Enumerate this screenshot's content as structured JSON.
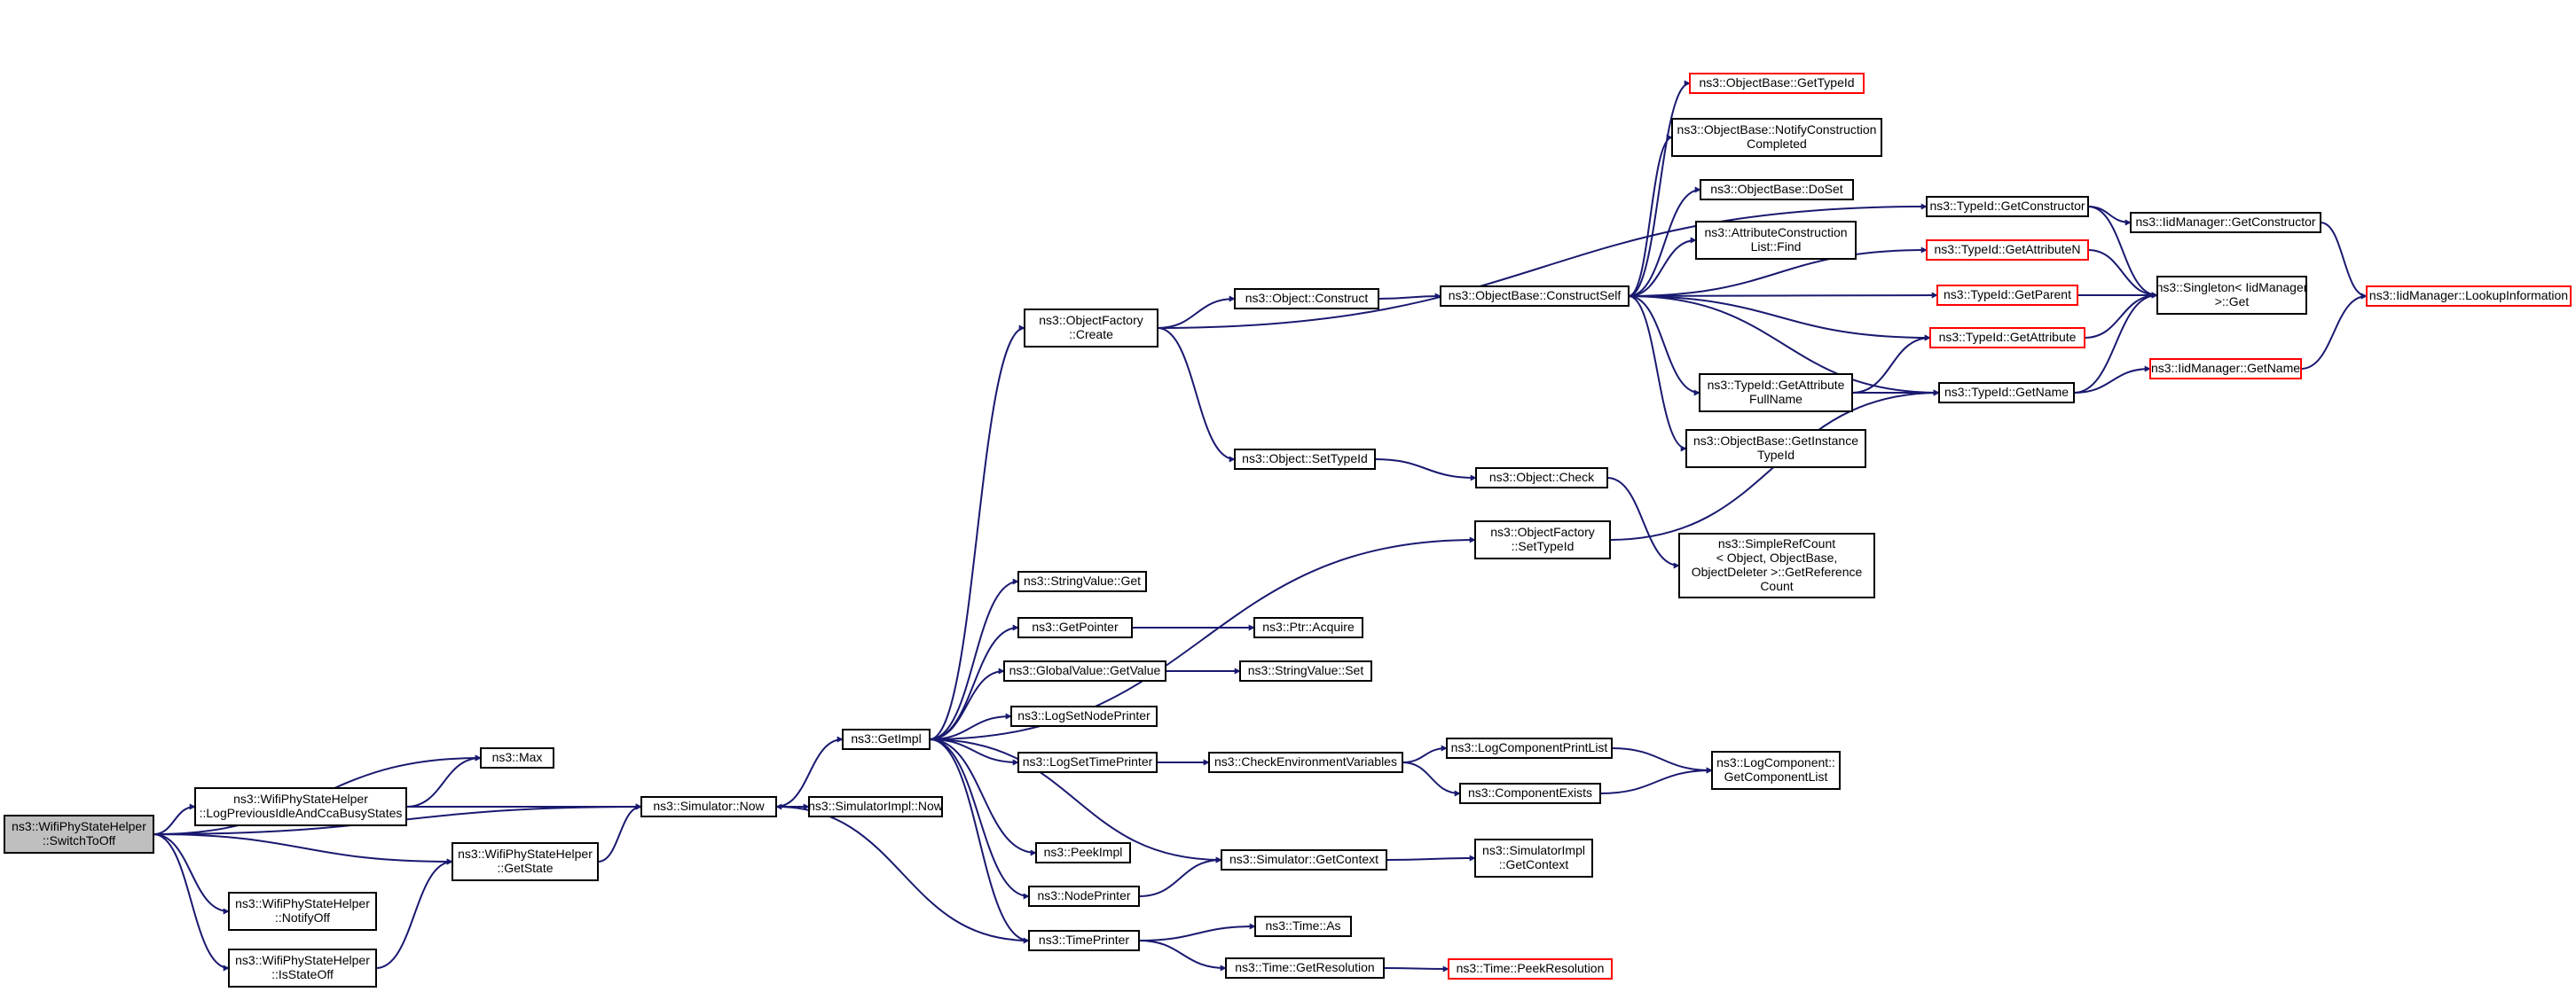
{
  "graph": {
    "nodes": [
      {
        "id": "n1",
        "lines": [
          "ns3::WifiPhyStateHelper",
          "::SwitchToOff"
        ],
        "style": "root"
      },
      {
        "id": "n2",
        "lines": [
          "ns3::WifiPhyStateHelper",
          "::LogPreviousIdleAndCcaBusyStates"
        ],
        "style": "normal"
      },
      {
        "id": "n3",
        "lines": [
          "ns3::Max"
        ],
        "style": "normal"
      },
      {
        "id": "n4",
        "lines": [
          "ns3::WifiPhyStateHelper",
          "::GetState"
        ],
        "style": "normal"
      },
      {
        "id": "n5",
        "lines": [
          "ns3::WifiPhyStateHelper",
          "::NotifyOff"
        ],
        "style": "normal"
      },
      {
        "id": "n6",
        "lines": [
          "ns3::WifiPhyStateHelper",
          "::IsStateOff"
        ],
        "style": "normal"
      },
      {
        "id": "n7",
        "lines": [
          "ns3::Simulator::Now"
        ],
        "style": "normal"
      },
      {
        "id": "n8",
        "lines": [
          "ns3::SimulatorImpl::Now"
        ],
        "style": "normal"
      },
      {
        "id": "n9",
        "lines": [
          "ns3::GetImpl"
        ],
        "style": "normal"
      },
      {
        "id": "n10",
        "lines": [
          "ns3::ObjectFactory",
          "::Create"
        ],
        "style": "normal"
      },
      {
        "id": "n11",
        "lines": [
          "ns3::StringValue::Get"
        ],
        "style": "normal"
      },
      {
        "id": "n12",
        "lines": [
          "ns3::GetPointer"
        ],
        "style": "normal"
      },
      {
        "id": "n13",
        "lines": [
          "ns3::GlobalValue::GetValue"
        ],
        "style": "normal"
      },
      {
        "id": "n14",
        "lines": [
          "ns3::LogSetNodePrinter"
        ],
        "style": "normal"
      },
      {
        "id": "n15",
        "lines": [
          "ns3::LogSetTimePrinter"
        ],
        "style": "normal"
      },
      {
        "id": "n16",
        "lines": [
          "ns3::PeekImpl"
        ],
        "style": "normal"
      },
      {
        "id": "n17",
        "lines": [
          "ns3::NodePrinter"
        ],
        "style": "normal"
      },
      {
        "id": "n18",
        "lines": [
          "ns3::TimePrinter"
        ],
        "style": "normal"
      },
      {
        "id": "n19",
        "lines": [
          "ns3::Object::Construct"
        ],
        "style": "normal"
      },
      {
        "id": "n20",
        "lines": [
          "ns3::Object::SetTypeId"
        ],
        "style": "normal"
      },
      {
        "id": "n21",
        "lines": [
          "ns3::ObjectFactory",
          "::SetTypeId"
        ],
        "style": "normal"
      },
      {
        "id": "n22",
        "lines": [
          "ns3::Ptr::Acquire"
        ],
        "style": "normal"
      },
      {
        "id": "n23",
        "lines": [
          "ns3::StringValue::Set"
        ],
        "style": "normal"
      },
      {
        "id": "n24",
        "lines": [
          "ns3::CheckEnvironmentVariables"
        ],
        "style": "normal"
      },
      {
        "id": "n25",
        "lines": [
          "ns3::Simulator::GetContext"
        ],
        "style": "normal"
      },
      {
        "id": "n26",
        "lines": [
          "ns3::Time::As"
        ],
        "style": "normal"
      },
      {
        "id": "n27",
        "lines": [
          "ns3::Time::GetResolution"
        ],
        "style": "normal"
      },
      {
        "id": "n28",
        "lines": [
          "ns3::ObjectBase::ConstructSelf"
        ],
        "style": "normal"
      },
      {
        "id": "n29",
        "lines": [
          "ns3::Object::Check"
        ],
        "style": "normal"
      },
      {
        "id": "n30",
        "lines": [
          "ns3::LogComponentPrintList"
        ],
        "style": "normal"
      },
      {
        "id": "n31",
        "lines": [
          "ns3::ComponentExists"
        ],
        "style": "normal"
      },
      {
        "id": "n32",
        "lines": [
          "ns3::SimulatorImpl",
          "::GetContext"
        ],
        "style": "normal"
      },
      {
        "id": "n33",
        "lines": [
          "ns3::Time::PeekResolution"
        ],
        "style": "red"
      },
      {
        "id": "n34",
        "lines": [
          "ns3::ObjectBase::GetTypeId"
        ],
        "style": "red"
      },
      {
        "id": "n35",
        "lines": [
          "ns3::ObjectBase::NotifyConstruction",
          "Completed"
        ],
        "style": "normal"
      },
      {
        "id": "n36",
        "lines": [
          "ns3::ObjectBase::DoSet"
        ],
        "style": "normal"
      },
      {
        "id": "n37",
        "lines": [
          "ns3::AttributeConstruction",
          "List::Find"
        ],
        "style": "normal"
      },
      {
        "id": "n38",
        "lines": [
          "ns3::TypeId::GetAttribute",
          "FullName"
        ],
        "style": "normal"
      },
      {
        "id": "n39",
        "lines": [
          "ns3::ObjectBase::GetInstance",
          "TypeId"
        ],
        "style": "normal"
      },
      {
        "id": "n40",
        "lines": [
          "ns3::SimpleRefCount",
          "< Object, ObjectBase,",
          "ObjectDeleter >::GetReference",
          "Count"
        ],
        "style": "normal"
      },
      {
        "id": "n41",
        "lines": [
          "ns3::LogComponent::",
          "GetComponentList"
        ],
        "style": "normal"
      },
      {
        "id": "n42",
        "lines": [
          "ns3::TypeId::GetConstructor"
        ],
        "style": "normal"
      },
      {
        "id": "n43",
        "lines": [
          "ns3::TypeId::GetAttributeN"
        ],
        "style": "red"
      },
      {
        "id": "n44",
        "lines": [
          "ns3::TypeId::GetParent"
        ],
        "style": "red"
      },
      {
        "id": "n45",
        "lines": [
          "ns3::TypeId::GetAttribute"
        ],
        "style": "red"
      },
      {
        "id": "n46",
        "lines": [
          "ns3::TypeId::GetName"
        ],
        "style": "normal"
      },
      {
        "id": "n47",
        "lines": [
          "ns3::IidManager::GetConstructor"
        ],
        "style": "normal"
      },
      {
        "id": "n48",
        "lines": [
          "ns3::Singleton< IidManager",
          " >::Get"
        ],
        "style": "normal"
      },
      {
        "id": "n49",
        "lines": [
          "ns3::IidManager::GetName"
        ],
        "style": "red"
      },
      {
        "id": "n50",
        "lines": [
          "ns3::IidManager::LookupInformation"
        ],
        "style": "red"
      }
    ],
    "edges": [
      [
        "n1",
        "n2"
      ],
      [
        "n1",
        "n3"
      ],
      [
        "n1",
        "n7"
      ],
      [
        "n1",
        "n4"
      ],
      [
        "n1",
        "n5"
      ],
      [
        "n1",
        "n6"
      ],
      [
        "n2",
        "n3"
      ],
      [
        "n2",
        "n7"
      ],
      [
        "n4",
        "n7"
      ],
      [
        "n6",
        "n4"
      ],
      [
        "n7",
        "n8"
      ],
      [
        "n7",
        "n9"
      ],
      [
        "n9",
        "n10"
      ],
      [
        "n9",
        "n11"
      ],
      [
        "n9",
        "n12"
      ],
      [
        "n9",
        "n13"
      ],
      [
        "n9",
        "n14"
      ],
      [
        "n9",
        "n15"
      ],
      [
        "n9",
        "n16"
      ],
      [
        "n9",
        "n17"
      ],
      [
        "n9",
        "n18"
      ],
      [
        "n9",
        "n21"
      ],
      [
        "n9",
        "n25"
      ],
      [
        "n10",
        "n42"
      ],
      [
        "n10",
        "n19"
      ],
      [
        "n10",
        "n20"
      ],
      [
        "n12",
        "n22"
      ],
      [
        "n13",
        "n23"
      ],
      [
        "n15",
        "n24"
      ],
      [
        "n17",
        "n25"
      ],
      [
        "n18",
        "n7"
      ],
      [
        "n18",
        "n26"
      ],
      [
        "n18",
        "n27"
      ],
      [
        "n19",
        "n28"
      ],
      [
        "n20",
        "n29"
      ],
      [
        "n21",
        "n46"
      ],
      [
        "n24",
        "n30"
      ],
      [
        "n24",
        "n31"
      ],
      [
        "n25",
        "n32"
      ],
      [
        "n27",
        "n33"
      ],
      [
        "n28",
        "n34"
      ],
      [
        "n28",
        "n35"
      ],
      [
        "n28",
        "n36"
      ],
      [
        "n28",
        "n37"
      ],
      [
        "n28",
        "n43"
      ],
      [
        "n28",
        "n44"
      ],
      [
        "n28",
        "n45"
      ],
      [
        "n28",
        "n38"
      ],
      [
        "n28",
        "n39"
      ],
      [
        "n28",
        "n46"
      ],
      [
        "n29",
        "n40"
      ],
      [
        "n30",
        "n41"
      ],
      [
        "n31",
        "n41"
      ],
      [
        "n38",
        "n45"
      ],
      [
        "n38",
        "n46"
      ],
      [
        "n42",
        "n47"
      ],
      [
        "n42",
        "n48"
      ],
      [
        "n43",
        "n48"
      ],
      [
        "n44",
        "n48"
      ],
      [
        "n45",
        "n48"
      ],
      [
        "n46",
        "n48"
      ],
      [
        "n46",
        "n49"
      ],
      [
        "n47",
        "n50"
      ],
      [
        "n49",
        "n50"
      ]
    ]
  }
}
